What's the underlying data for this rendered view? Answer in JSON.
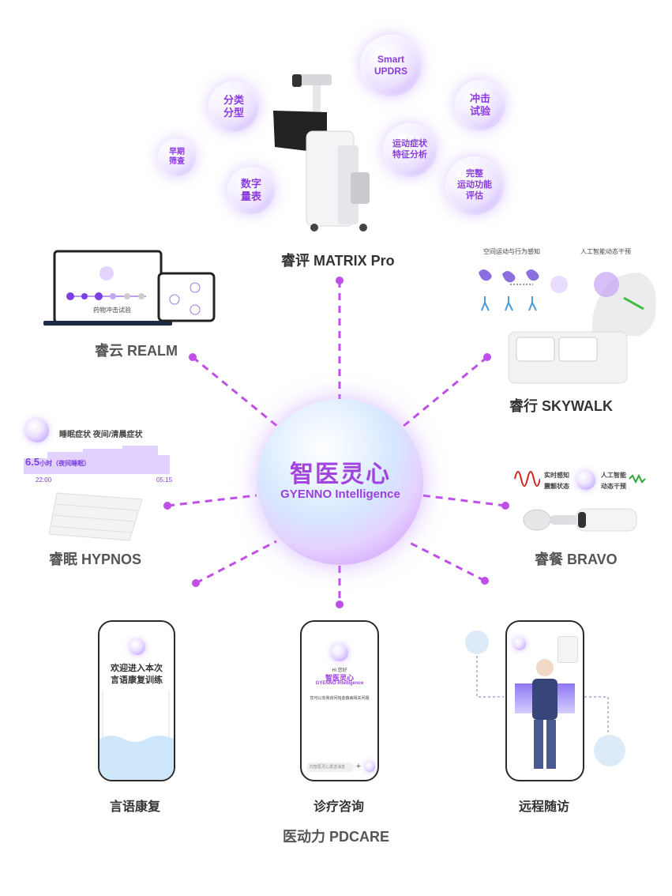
{
  "center": {
    "title": "智医灵心",
    "subtitle": "GYENNO Intelligence"
  },
  "matrix": {
    "label": "睿评 MATRIX Pro",
    "bubbles": {
      "smart": "Smart UPDRS",
      "impact": "冲击 试验",
      "classify": "分类 分型",
      "motion": "运动症状 特征分析",
      "early": "早期 筛查",
      "scale": "数字 量表",
      "complete": "完整 运动功能 评估"
    }
  },
  "realm": {
    "label": "睿云 REALM",
    "screen_text": "药物冲击试验"
  },
  "skywalk": {
    "label": "睿行 SKYWALK",
    "caption_left": "空间运动与行为感知",
    "caption_right": "人工智能动态干预"
  },
  "hypnos": {
    "label": "睿眠 HYPNOS",
    "symptoms": "睡眠症状   夜间/清晨症状",
    "hours_value": "6.5",
    "hours_unit": "小时（夜间睡眠）",
    "time_start": "22:00",
    "time_end": "05:15"
  },
  "bravo": {
    "label": "睿餐 BRAVO",
    "left_text_1": "实时感知",
    "left_text_2": "震颤状态",
    "right_text_1": "人工智能",
    "right_text_2": "动态干预"
  },
  "pdcare": {
    "label": "医动力 PDCARE",
    "speech": {
      "label": "言语康复",
      "title_line1": "欢迎进入本次",
      "title_line2": "言语康复训练"
    },
    "consult": {
      "label": "诊疗咨询",
      "greeting": "Hi 您好",
      "title": "智医灵心",
      "subtitle": "GYENNO Intelligence",
      "desc": "您可以向我询问帕金森病相关问题",
      "input_placeholder": "向智医灵心发送消息"
    },
    "followup": {
      "label": "远程随访"
    }
  },
  "colors": {
    "accent": "#8a3be0",
    "dash": "#c04ee8"
  }
}
